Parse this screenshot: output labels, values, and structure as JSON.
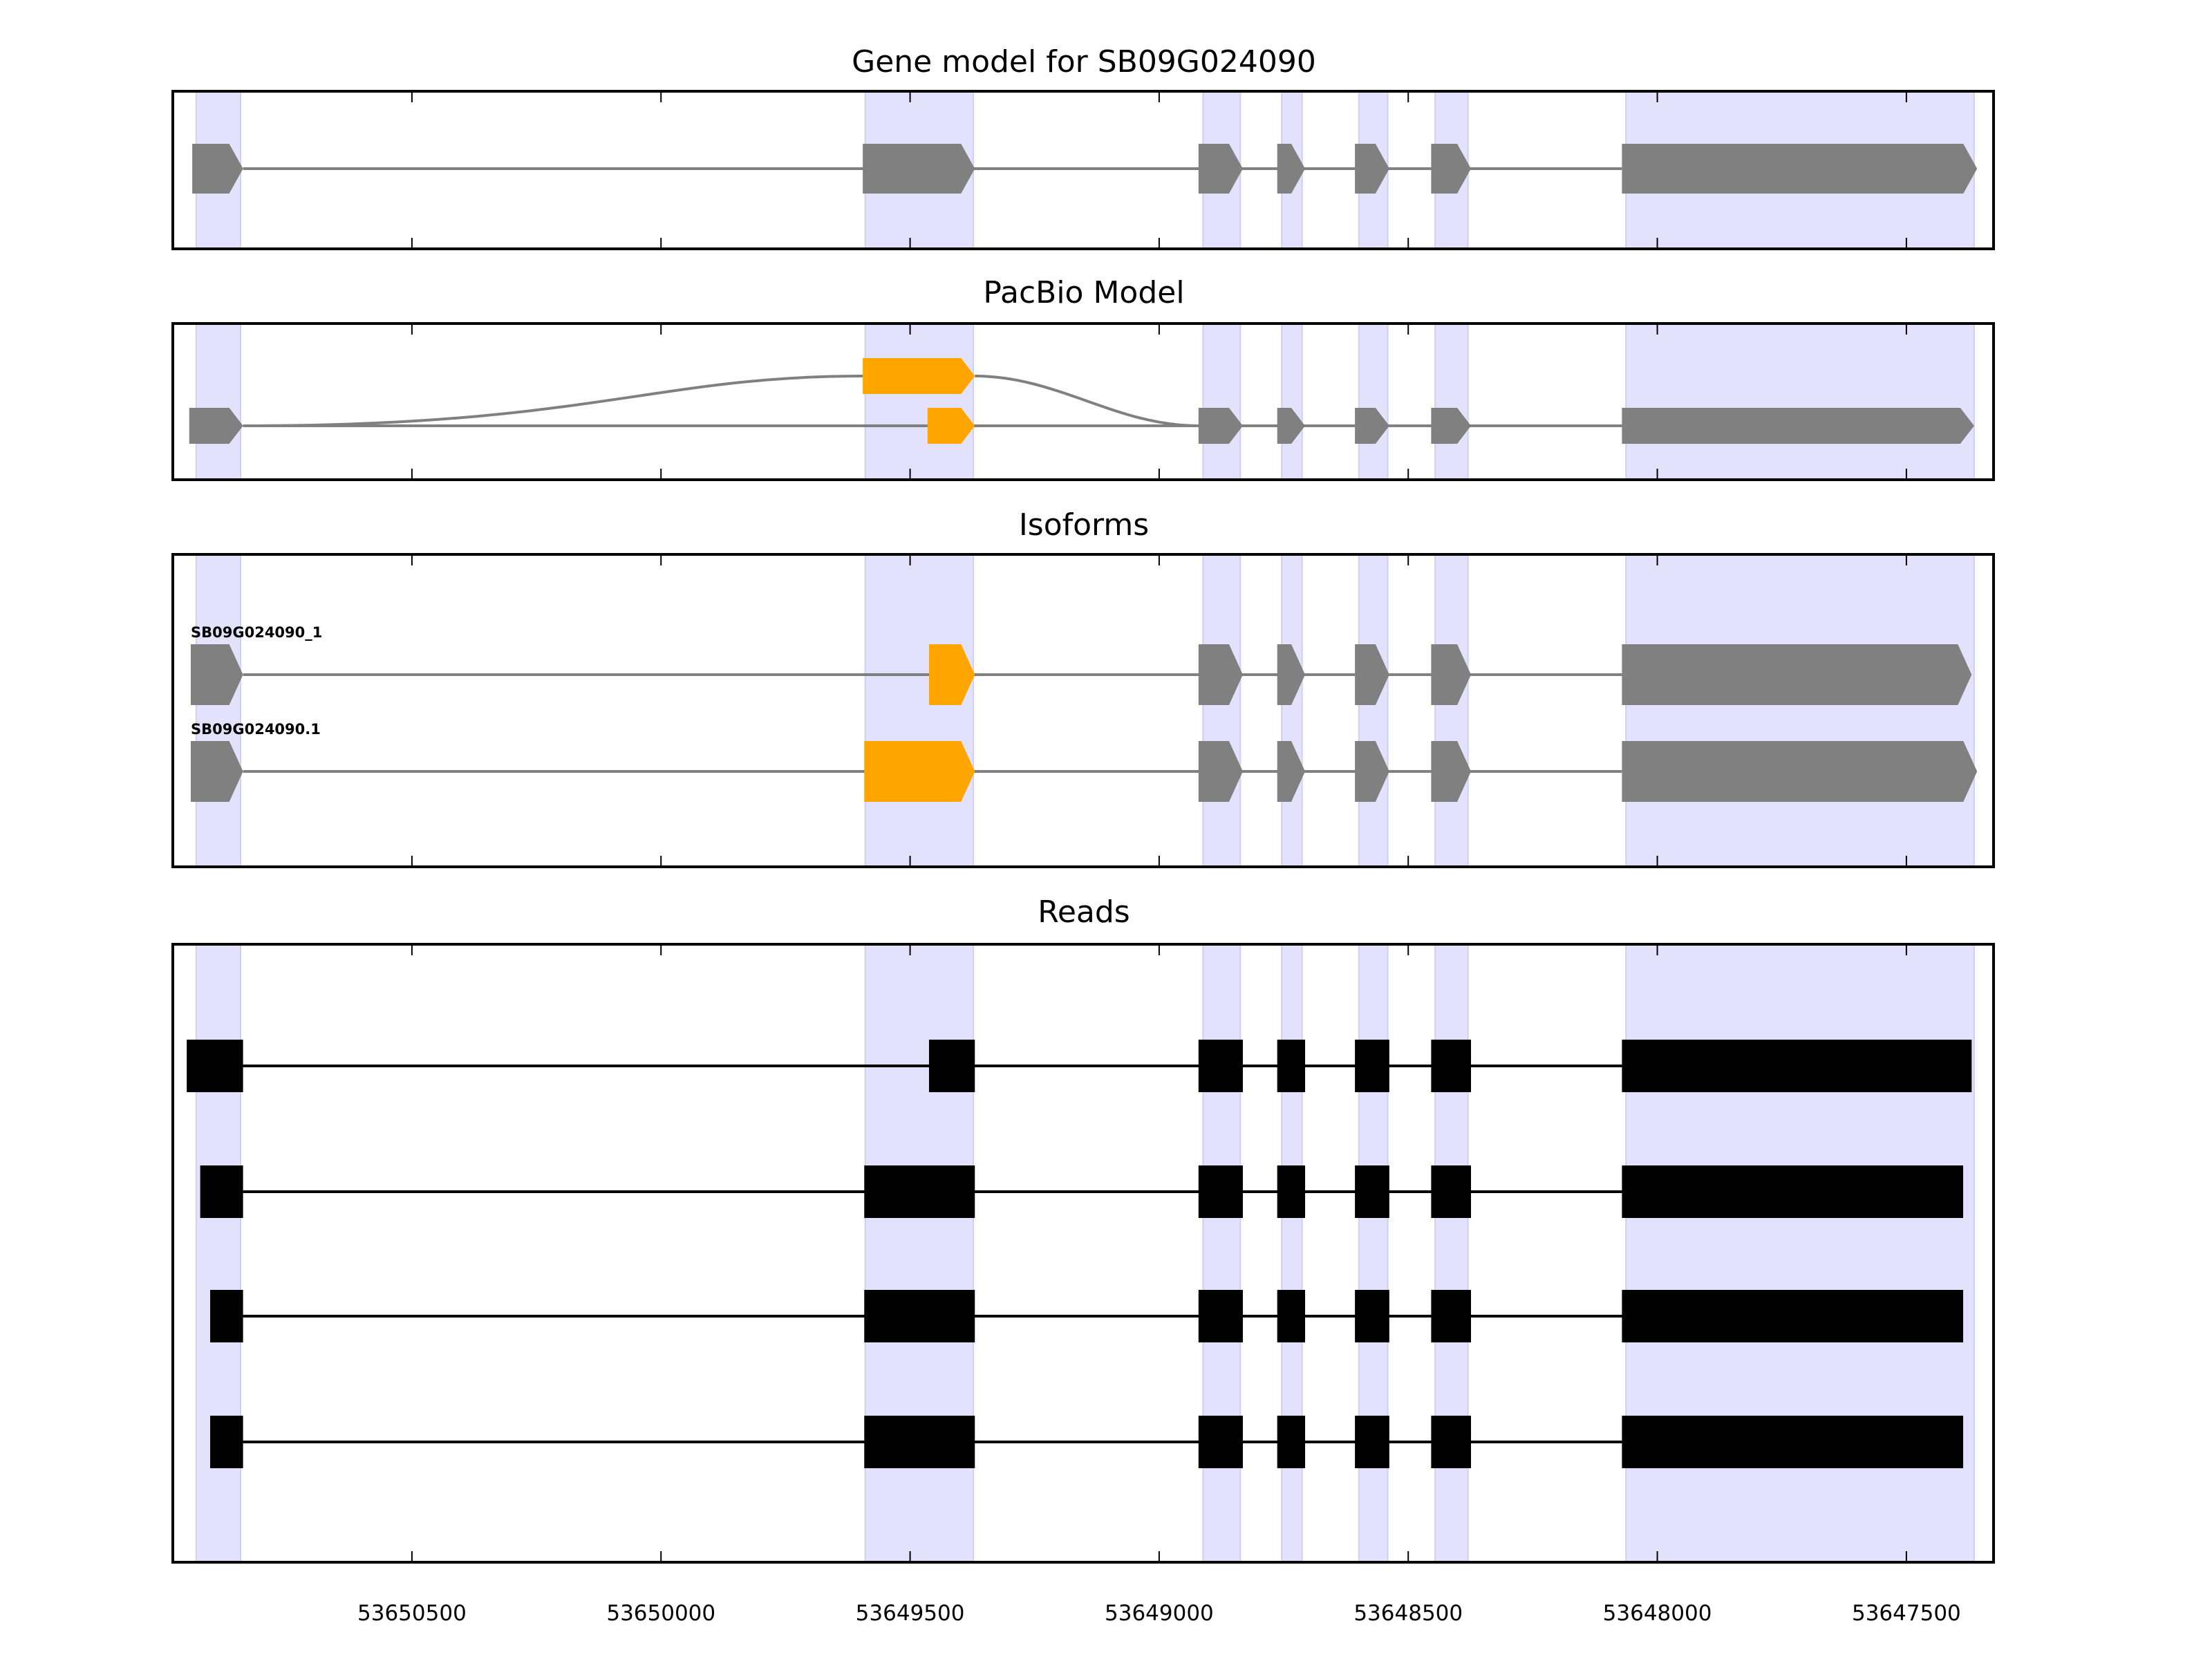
{
  "chart_data": {
    "type": "gene-track",
    "xlabel": "",
    "xlim": [
      53650980,
      53647325
    ],
    "x_reversed": true,
    "xticks": [
      53650500,
      53650000,
      53649500,
      53649000,
      53648500,
      53648000,
      53647500
    ],
    "tick_labels": [
      "53650500",
      "53650000",
      "53649500",
      "53649000",
      "53648500",
      "53648000",
      "53647500"
    ],
    "colors": {
      "highlight": "#e2e2fd",
      "exon": "#808080",
      "alt_exon": "#ffa500",
      "read": "#000000",
      "intron": "#808080"
    },
    "highlight_regions": [
      [
        53650933,
        53650844
      ],
      [
        53649590,
        53649373
      ],
      [
        53648912,
        53648837
      ],
      [
        53648754,
        53648713
      ],
      [
        53648599,
        53648541
      ],
      [
        53648446,
        53648380
      ],
      [
        53648063,
        53647364
      ]
    ],
    "panels": [
      {
        "title": "Gene model for SB09G024090",
        "tracks": [
          {
            "label": "",
            "exons": [
              [
                53650941,
                53650839,
                "n"
              ],
              [
                53649595,
                53649370,
                "n"
              ],
              [
                53648921,
                53648832,
                "n"
              ],
              [
                53648763,
                53648707,
                "n"
              ],
              [
                53648607,
                53648538,
                "n"
              ],
              [
                53648454,
                53648374,
                "n"
              ],
              [
                53648071,
                53647358,
                "n"
              ]
            ]
          }
        ]
      },
      {
        "title": "PacBio Model",
        "tracks": [
          {
            "label": "",
            "exons": [
              [
                53650947,
                53650839,
                "n"
              ],
              [
                53649465,
                53649370,
                "a"
              ],
              [
                53648921,
                53648832,
                "n"
              ],
              [
                53648763,
                53648707,
                "n"
              ],
              [
                53648607,
                53648538,
                "n"
              ],
              [
                53648454,
                53648374,
                "n"
              ],
              [
                53648071,
                53647364,
                "n"
              ]
            ]
          },
          {
            "label": "",
            "exons": [
              [
                53649595,
                53649370,
                "a"
              ]
            ],
            "curved_junctions": true
          }
        ]
      },
      {
        "title": "Isoforms",
        "tracks": [
          {
            "label": "SB09G024090_1",
            "exons": [
              [
                53650944,
                53650839,
                "n"
              ],
              [
                53649462,
                53649370,
                "a"
              ],
              [
                53648921,
                53648832,
                "n"
              ],
              [
                53648763,
                53648707,
                "n"
              ],
              [
                53648607,
                53648538,
                "n"
              ],
              [
                53648454,
                53648374,
                "n"
              ],
              [
                53648071,
                53647369,
                "n"
              ]
            ]
          },
          {
            "label": "SB09G024090.1",
            "exons": [
              [
                53650944,
                53650839,
                "n"
              ],
              [
                53649592,
                53649370,
                "a"
              ],
              [
                53648921,
                53648832,
                "n"
              ],
              [
                53648763,
                53648707,
                "n"
              ],
              [
                53648607,
                53648538,
                "n"
              ],
              [
                53648454,
                53648374,
                "n"
              ],
              [
                53648071,
                53647358,
                "n"
              ]
            ]
          }
        ]
      },
      {
        "title": "Reads",
        "tracks": [
          {
            "label": "",
            "exons": [
              [
                53650952,
                53650839
              ],
              [
                53649462,
                53649370
              ],
              [
                53648921,
                53648832
              ],
              [
                53648763,
                53648707
              ],
              [
                53648607,
                53648538
              ],
              [
                53648454,
                53648374
              ],
              [
                53648071,
                53647369
              ]
            ]
          },
          {
            "label": "",
            "exons": [
              [
                53650925,
                53650839
              ],
              [
                53649592,
                53649370
              ],
              [
                53648921,
                53648832
              ],
              [
                53648763,
                53648707
              ],
              [
                53648607,
                53648538
              ],
              [
                53648454,
                53648374
              ],
              [
                53648071,
                53647386
              ]
            ]
          },
          {
            "label": "",
            "exons": [
              [
                53650905,
                53650839
              ],
              [
                53649592,
                53649370
              ],
              [
                53648921,
                53648832
              ],
              [
                53648763,
                53648707
              ],
              [
                53648607,
                53648538
              ],
              [
                53648454,
                53648374
              ],
              [
                53648071,
                53647386
              ]
            ]
          },
          {
            "label": "",
            "exons": [
              [
                53650905,
                53650839
              ],
              [
                53649592,
                53649370
              ],
              [
                53648921,
                53648832
              ],
              [
                53648763,
                53648707
              ],
              [
                53648607,
                53648538
              ],
              [
                53648454,
                53648374
              ],
              [
                53648071,
                53647386
              ]
            ]
          }
        ]
      }
    ]
  }
}
